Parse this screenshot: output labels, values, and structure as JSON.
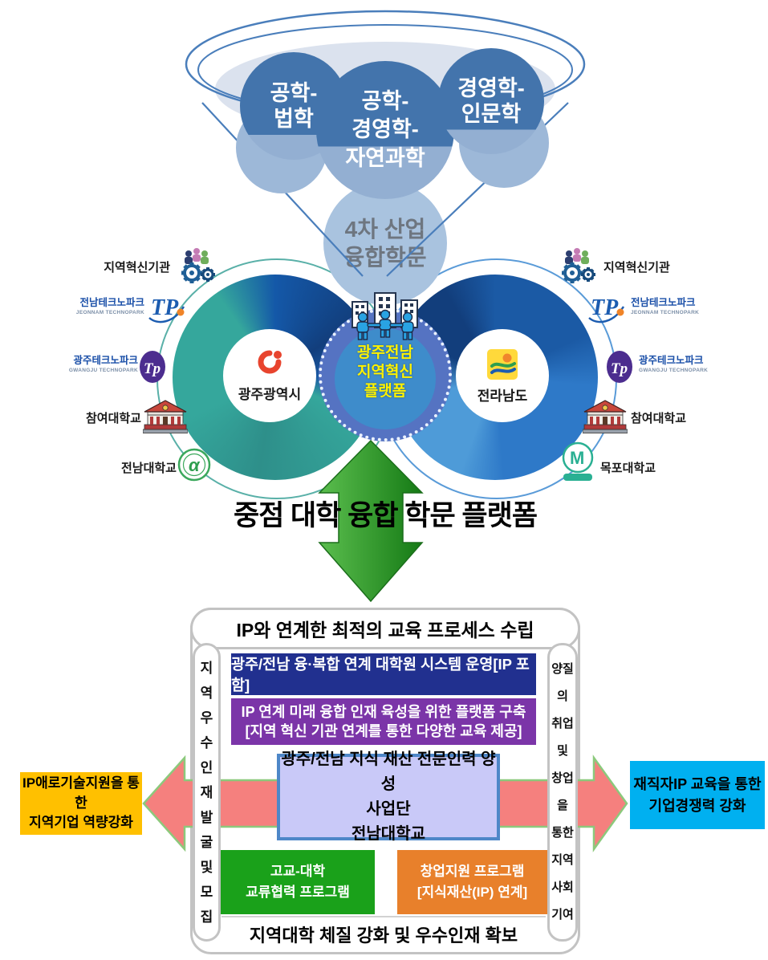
{
  "funnel": {
    "circle_eng_law": "공학-\n법학",
    "circle_eng_mgmt_nature": "공학-\n경영학-\n자연과학",
    "circle_mgmt_hum": "경영학-\n인문학",
    "circle_4th_industry": "4차 산업\n융합학문"
  },
  "infinity": {
    "gwangju_label": "광주광역시",
    "jeonnam_label": "전라남도",
    "center_label": "광주전남\n지역혁신\n플랫폼"
  },
  "partners": {
    "left": [
      {
        "label": "지역혁신기관"
      },
      {
        "label": "전남테크노파크",
        "sub": "JEONNAM TECHNOPARK"
      },
      {
        "label": "광주테크노파크",
        "sub": "GWANGJU TECHNOPARK"
      },
      {
        "label": "참여대학교"
      },
      {
        "label": "전남대학교"
      }
    ],
    "right": [
      {
        "label": "지역혁신기관"
      },
      {
        "label": "전남테크노파크",
        "sub": "JEONNAM TECHNOPARK"
      },
      {
        "label": "광주테크노파크",
        "sub": "GWANGJU TECHNOPARK"
      },
      {
        "label": "참여대학교"
      },
      {
        "label": "목포대학교"
      }
    ]
  },
  "logo_glyphs": {
    "tp": "TP",
    "gj_tp": "Tp",
    "jnu": "α",
    "mnu": "M"
  },
  "heading": "중점 대학 융합 학문 플랫폼",
  "process": {
    "header": "IP와 연계한 최적의 교육 프로세스 수립",
    "left_rail": "지\n역\n우\n수\n인\n재\n발\n굴\n및\n모\n집",
    "right_rail": "양질\n의\n취업\n및\n창업\n을\n통한\n지역\n사회\n기여",
    "grad_box": "광주/전남 융·복합 연계 대학원 시스템 운영[IP 포함]",
    "platform_box": "IP 연계 미래 융합 인재 육성을 위한 플랫폼 구축\n[지역 혁신 기관 연계를 통한 다양한 교육 제공]",
    "agency_box": "광주/전남 지식 재산 전문인력 양성\n사업단\n전남대학교",
    "highschool_box": "고교-대학\n교류협력 프로그램",
    "startup_box": "창업지원 프로그램\n[지식재산(IP) 연계]",
    "footer": "지역대학 체질 강화 및 우수인재 확보"
  },
  "outcomes": {
    "left_box": "IP애로기술지원을 통한\n지역기업 역량강화",
    "right_box": "재직자IP 교육을 통한\n기업경쟁력 강화"
  },
  "colors": {
    "funnel_stroke": "#4A7EBB",
    "dark_circle": "#4374AC",
    "light_circle": "#9DB8D8",
    "teal_ring": "#35A79C",
    "navy_ring": "#1458A8",
    "blue_ring": "#2E79C8",
    "center_outer": "#5573C2",
    "center_inner": "#3E8CCB",
    "center_text": "#FFF200",
    "green_arrow": "#2E9A2E",
    "salmon_arrow": "#F5807E",
    "navy_box": "#21308F",
    "purple_box": "#7B35A8",
    "lavender_box": "#C9C9F8",
    "green_box": "#1AA11A",
    "orange_box": "#E8802B",
    "yellow_box": "#FFC000",
    "cyan_box": "#00B0F0"
  }
}
